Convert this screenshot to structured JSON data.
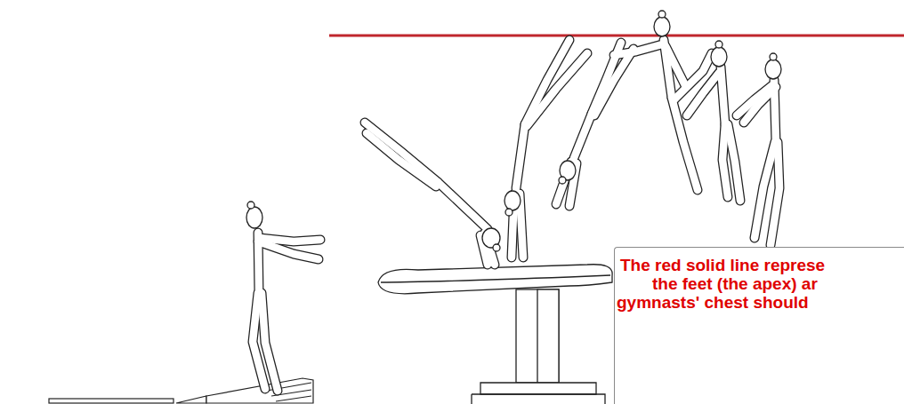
{
  "diagram": {
    "nodes": [
      {
        "text": [
          "The red solid line represe",
          "the feet (the apex) ar",
          "gymnasts' chest should"
        ]
      }
    ]
  }
}
